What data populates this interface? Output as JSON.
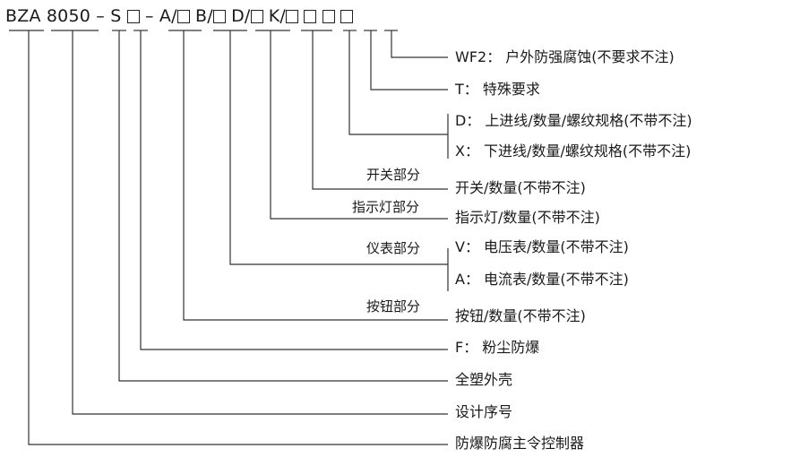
{
  "code": {
    "prefix": "BZA 8050 – S",
    "dash": " – ",
    "a": "A/",
    "b": "B/",
    "d": "D/",
    "k": "K/"
  },
  "labels": {
    "wf2": "WF2： 户外防强腐蚀(不要求不注)",
    "t": "T： 特殊要求",
    "d_in": "D： 上进线/数量/螺纹规格(不带不注)",
    "x_in": "X： 下进线/数量/螺纹规格(不带不注)",
    "switch": "开关/数量(不带不注)",
    "lamp": "指示灯/数量(不带不注)",
    "volt": "V： 电压表/数量(不带不注)",
    "amp": "A： 电流表/数量(不带不注)",
    "button": "按钮/数量(不带不注)",
    "dust": "F： 粉尘防爆",
    "plastic": "全塑外壳",
    "serial": "设计序号",
    "controller": "防爆防腐主令控制器"
  },
  "groups": {
    "switch": "开关部分",
    "lamp": "指示灯部分",
    "meter": "仪表部分",
    "button": "按钮部分"
  }
}
